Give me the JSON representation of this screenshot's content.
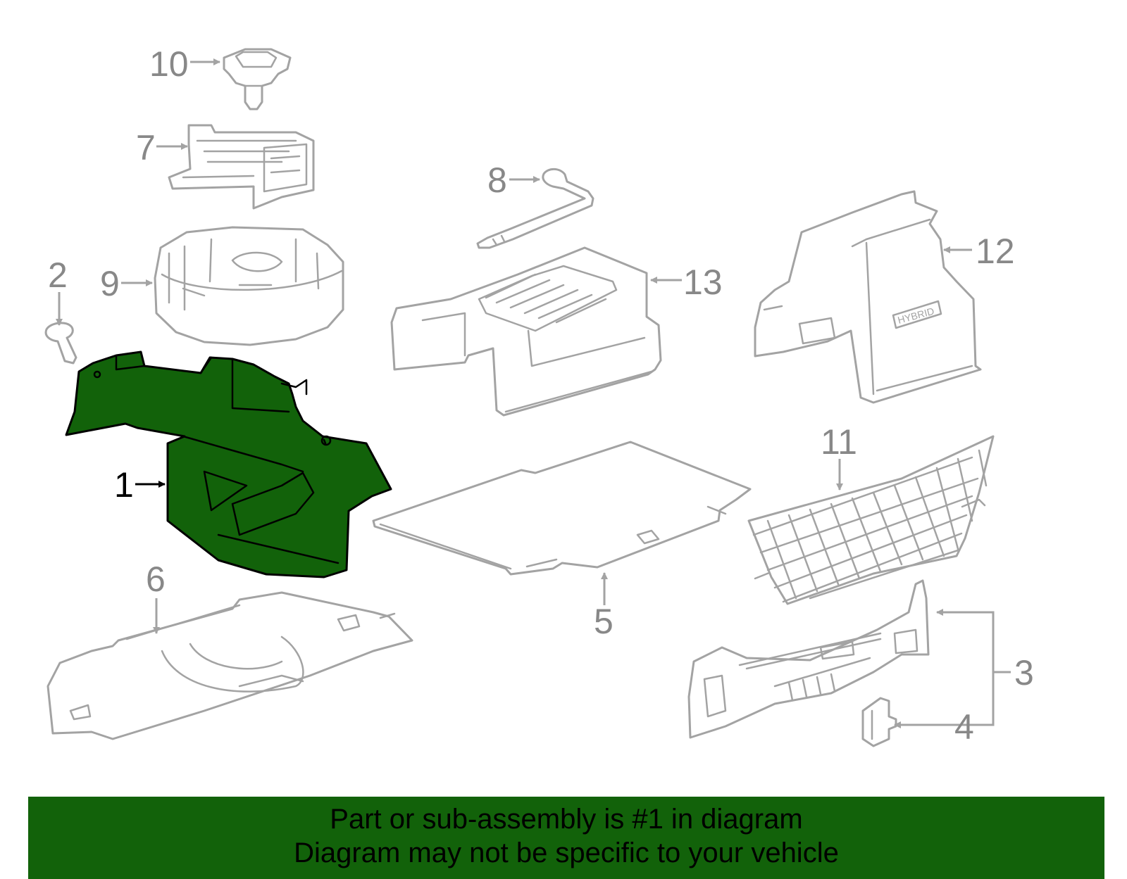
{
  "colors": {
    "highlight_fill": "#12620a",
    "part_stroke": "#a3a3a3",
    "callout_text": "#888888",
    "highlight_label": "#000000",
    "banner_bg": "#12620a",
    "banner_text": "#000000",
    "background": "#ffffff"
  },
  "callouts": {
    "c1": "1",
    "c2": "2",
    "c3": "3",
    "c4": "4",
    "c5": "5",
    "c6": "6",
    "c7": "7",
    "c8": "8",
    "c9": "9",
    "c10": "10",
    "c11": "11",
    "c12": "12",
    "c13": "13"
  },
  "badge": "HYBRID",
  "banner": {
    "line1": "Part or sub-assembly is #1 in diagram",
    "line2": "Diagram may not be specific to your vehicle"
  }
}
